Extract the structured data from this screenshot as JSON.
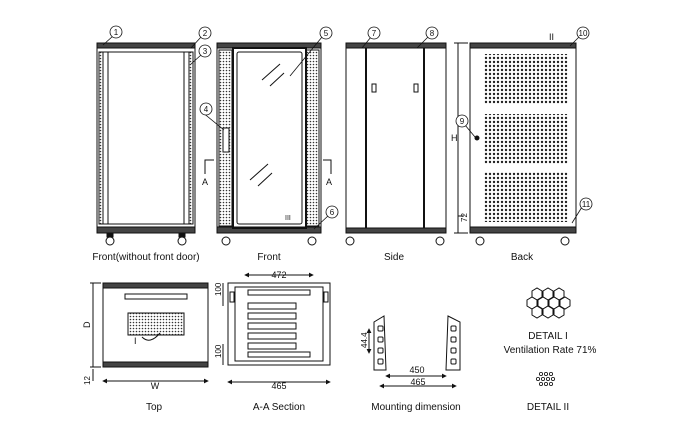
{
  "callouts": [
    "1",
    "2",
    "3",
    "4",
    "5",
    "6",
    "7",
    "8",
    "9",
    "10",
    "11"
  ],
  "labels": {
    "view_front_no_door": "Front(without front door)",
    "view_front": "Front",
    "view_side": "Side",
    "view_back": "Back",
    "view_top": "Top",
    "view_section": "A-A Section",
    "view_mounting": "Mounting dimension",
    "detail1_title": "DETAIL I",
    "detail1_sub": "Ventilation Rate 71%",
    "detail2_title": "DETAIL II"
  },
  "markers": {
    "section_a": "A",
    "detail_roman_1": "I",
    "detail_roman_2": "II",
    "door_glass_mark": "III"
  },
  "dimensions": {
    "height": "H",
    "depth": "D",
    "width": "W",
    "bottom_72": "72",
    "bottom_12": "12",
    "section_472": "472",
    "section_465": "465",
    "section_100_top": "100",
    "section_100_bottom": "100",
    "mount_44_4": "44.4",
    "mount_450": "450",
    "mount_465": "465"
  }
}
